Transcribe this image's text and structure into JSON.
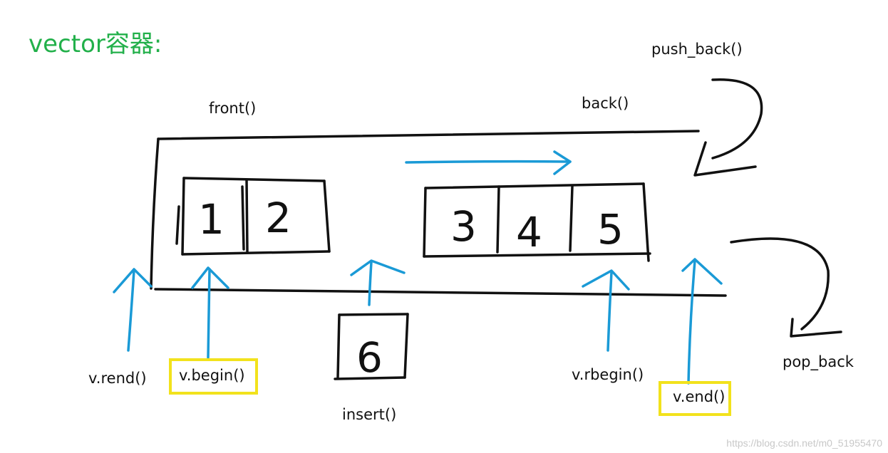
{
  "title": "vector容器:",
  "colors": {
    "title": "#22b04a",
    "arrow": "#1a9ad6",
    "highlight": "#f2e21c",
    "ink": "#111111"
  },
  "labels": {
    "front": "front()",
    "back": "back()",
    "push_back": "push_back()",
    "pop_back": "pop_back",
    "insert": "insert()",
    "rend": "v.rend()",
    "begin": "v.begin()",
    "rbegin": "v.rbegin()",
    "end": "v.end()"
  },
  "cells": {
    "left_group": [
      "1",
      "2"
    ],
    "right_group": [
      "3",
      "4",
      "5"
    ],
    "insert_cell": "6"
  },
  "watermark": "https://blog.csdn.net/m0_51955470"
}
